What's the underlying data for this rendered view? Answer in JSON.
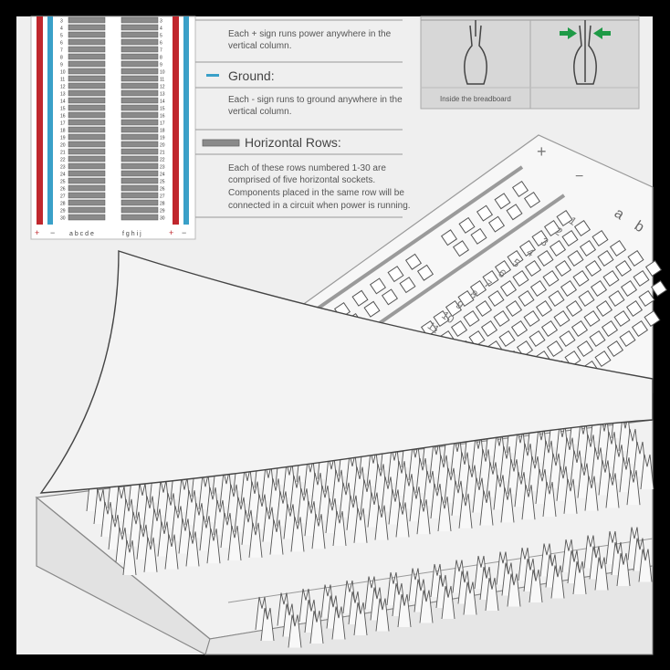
{
  "legend": {
    "power_desc_1": "Each + sign runs power anywhere in the",
    "power_desc_2": "vertical column.",
    "ground_title": "Ground:",
    "ground_desc_1": "Each - sign runs to ground anywhere in the",
    "ground_desc_2": "vertical column.",
    "rows_title": "Horizontal Rows:",
    "rows_desc_1": "Each of these rows numbered 1-30 are",
    "rows_desc_2": "comprised of five horizontal sockets.",
    "rows_desc_3": "Components placed in the same row will be",
    "rows_desc_4": "connected in a circuit when power is running."
  },
  "inset": {
    "caption": "Inside the breadboard"
  },
  "mini_board": {
    "row_numbers": [
      "3",
      "4",
      "5",
      "6",
      "7",
      "8",
      "9",
      "10",
      "11",
      "12",
      "13",
      "14",
      "15",
      "16",
      "17",
      "18",
      "19",
      "20",
      "21",
      "22",
      "23",
      "24",
      "25",
      "26",
      "27",
      "28",
      "29",
      "30"
    ],
    "cols_left": "a b c d e",
    "cols_right": "f g h i j",
    "plus": "+",
    "minus": "−"
  },
  "big_board": {
    "plus": "+",
    "minus": "−",
    "col_letters": [
      "a",
      "b"
    ],
    "row_numbers": [
      "1",
      "2",
      "3",
      "4",
      "5",
      "6",
      "7",
      "8",
      "9",
      "10",
      "11",
      "12"
    ]
  },
  "colors": {
    "power_red": "#c0272d",
    "ground_blue": "#3aa0c8",
    "arrow_green": "#1e9a46",
    "row_gray": "#8a8a8a",
    "sheet": "#efefef"
  }
}
